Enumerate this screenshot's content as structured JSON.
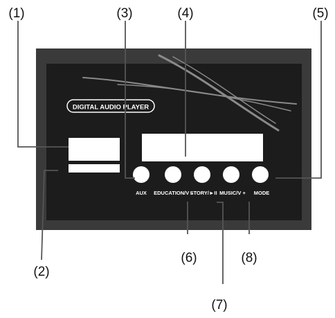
{
  "panel": {
    "title_badge": "DIGITAL AUDIO PLAYER",
    "buttons": [
      {
        "id": "aux",
        "label": "AUX"
      },
      {
        "id": "education",
        "label": "EDUCATION/V -"
      },
      {
        "id": "story",
        "label": "STORY/►II"
      },
      {
        "id": "music",
        "label": "MUSIC/V +"
      },
      {
        "id": "mode",
        "label": "MODE"
      }
    ]
  },
  "callouts": {
    "c1": "(1)",
    "c2": "(2)",
    "c3": "(3)",
    "c4": "(4)",
    "c5": "(5)",
    "c6": "(6)",
    "c7": "(7)",
    "c8": "(8)"
  },
  "colors": {
    "outer_frame": "#3a3a3a",
    "inner_panel": "#1c1c1c",
    "button_fill": "#ffffff",
    "display_fill": "#ffffff",
    "label_text": "#ffffff",
    "line": "#555555"
  }
}
